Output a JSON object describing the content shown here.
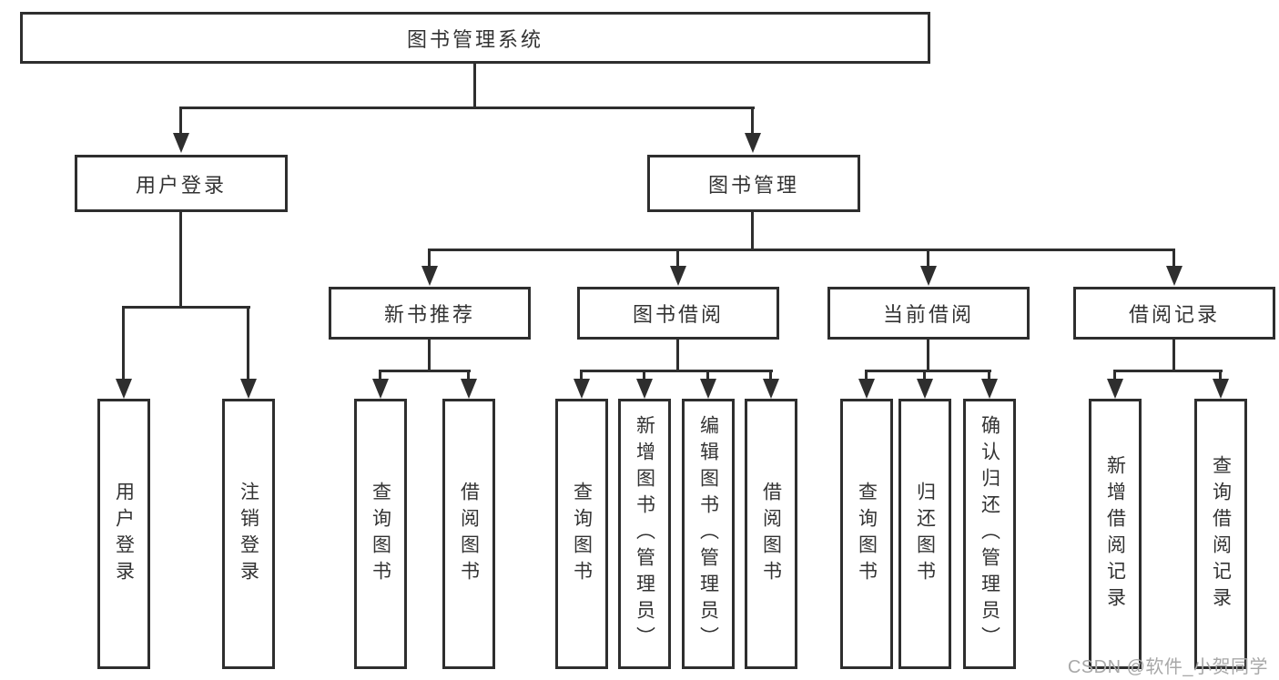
{
  "tree": {
    "label": "图书管理系统",
    "children": [
      {
        "label": "用户登录",
        "children": [
          {
            "label": "用户登录"
          },
          {
            "label": "注销登录"
          }
        ]
      },
      {
        "label": "图书管理",
        "children": [
          {
            "label": "新书推荐",
            "children": [
              {
                "label": "查询图书"
              },
              {
                "label": "借阅图书"
              }
            ]
          },
          {
            "label": "图书借阅",
            "children": [
              {
                "label": "查询图书"
              },
              {
                "label": "新增图书（管理员）"
              },
              {
                "label": "编辑图书（管理员）"
              },
              {
                "label": "借阅图书"
              }
            ]
          },
          {
            "label": "当前借阅",
            "children": [
              {
                "label": "查询图书"
              },
              {
                "label": "归还图书"
              },
              {
                "label": "确认归还（管理员）"
              }
            ]
          },
          {
            "label": "借阅记录",
            "children": [
              {
                "label": "新增借阅记录"
              },
              {
                "label": "查询借阅记录"
              }
            ]
          }
        ]
      }
    ]
  },
  "watermark": {
    "text": "CSDN @软件_小贺同学"
  },
  "colors": {
    "line": "#2e2e2e",
    "text": "#333333",
    "watermark": "#a8a8a8",
    "background": "#ffffff"
  }
}
